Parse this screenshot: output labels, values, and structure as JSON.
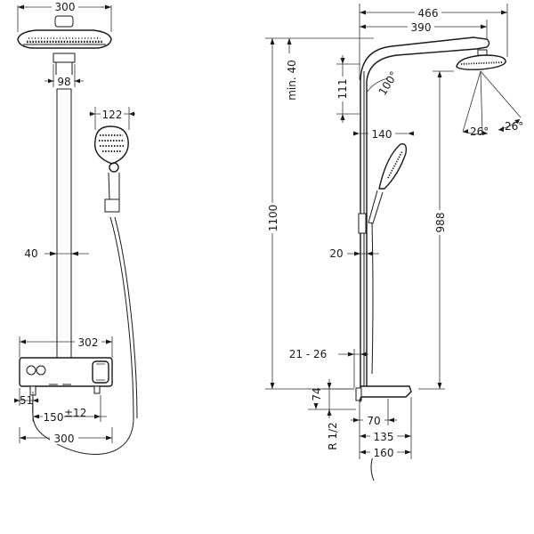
{
  "front_view": {
    "head_width": "300",
    "rail_width": "98",
    "hand_head_width": "122",
    "rail_diameter": "40",
    "thermostat_width": "302",
    "outlet_offset": "51",
    "inlet_spacing": "150",
    "inlet_spacing_tol": "±12",
    "inlet_width": "300"
  },
  "side_view": {
    "total_width": "466",
    "arm_length": "390",
    "min_clearance": "min. 40",
    "arm_height": "111",
    "arm_angle": "100°",
    "head_angle_left": "26°",
    "head_angle_right": "26°",
    "hand_length": "140",
    "total_height": "1100",
    "head_height": "988",
    "rail_wall_gap": "20",
    "wall_distance": "21 - 26",
    "connection_height": "74",
    "thread_size": "R 1/2",
    "mixer_offset": "70",
    "mixer_depth": "135",
    "mixer_total_depth": "160"
  }
}
